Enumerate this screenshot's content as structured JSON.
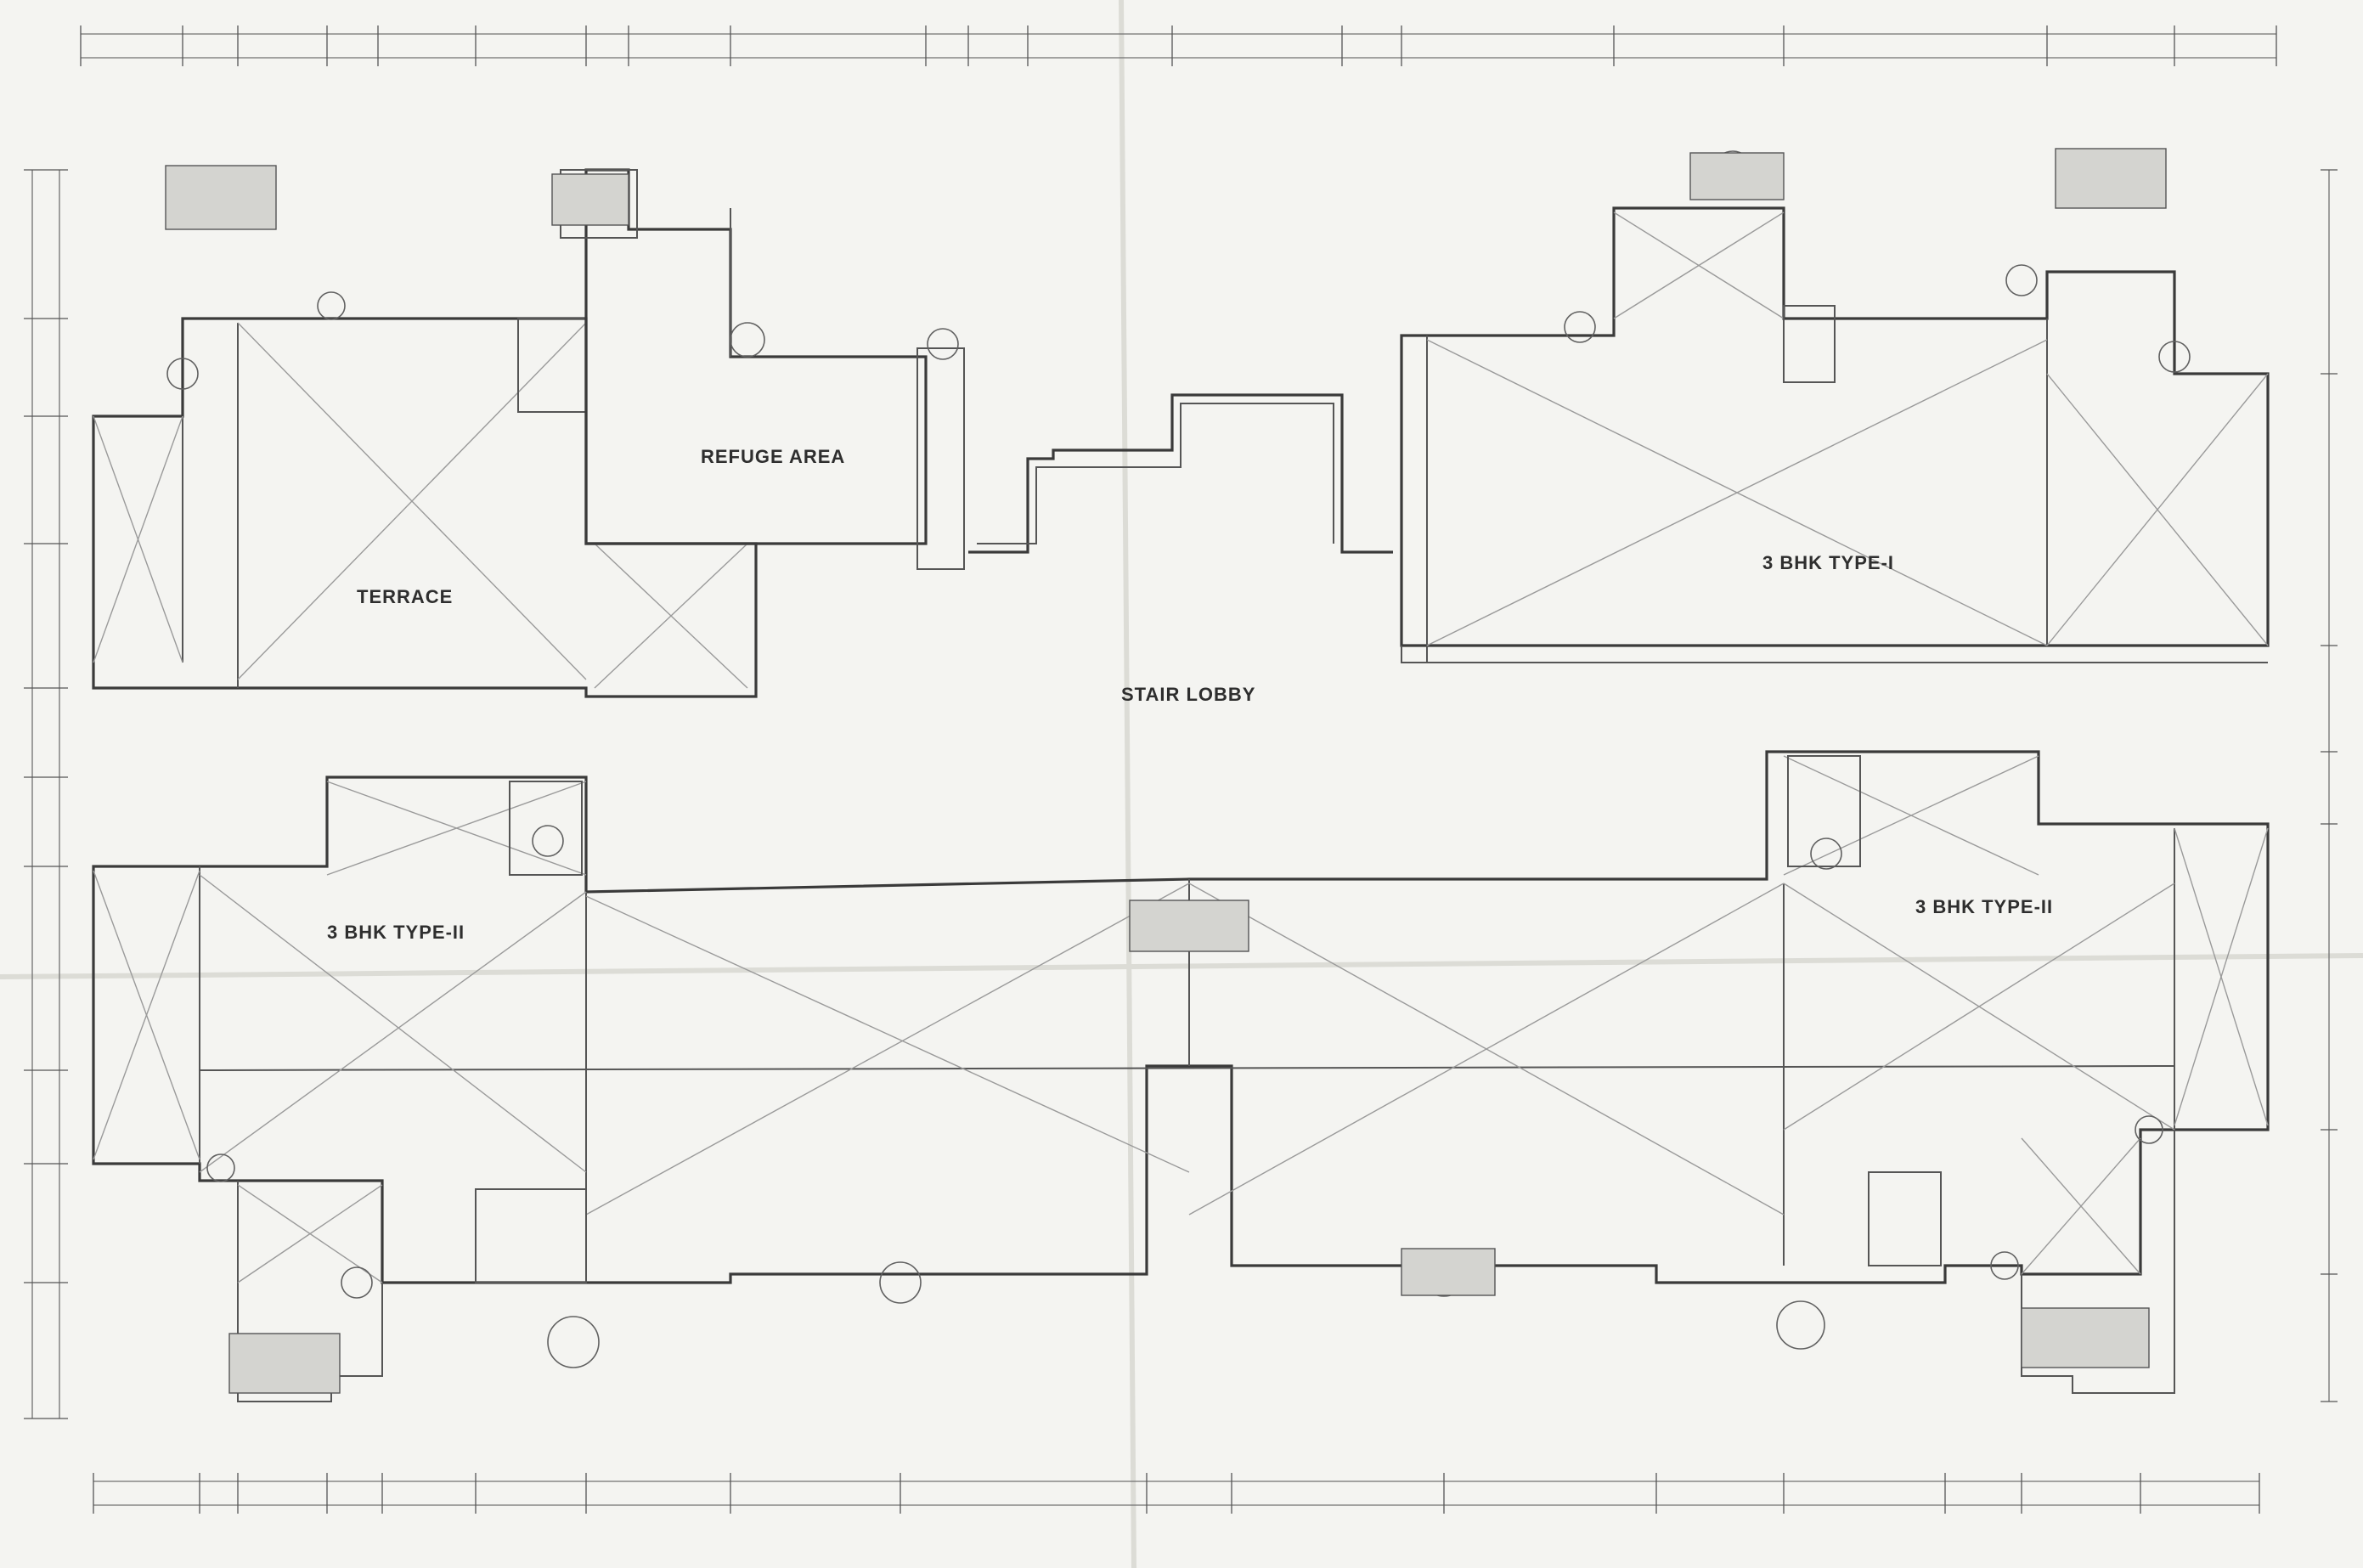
{
  "drawing": {
    "rooms": {
      "terrace": "TERRACE",
      "refuge_area": "REFUGE AREA",
      "stair_lobby": "STAIR LOBBY",
      "unit_type_1": "3 BHK TYPE-I",
      "unit_type_2_left": "3 BHK TYPE-II",
      "unit_type_2_right": "3 BHK TYPE-II"
    }
  },
  "colors": {
    "paper": "#f4f4f1",
    "line": "#3a3a3a",
    "light_line": "#9a9a9a"
  }
}
